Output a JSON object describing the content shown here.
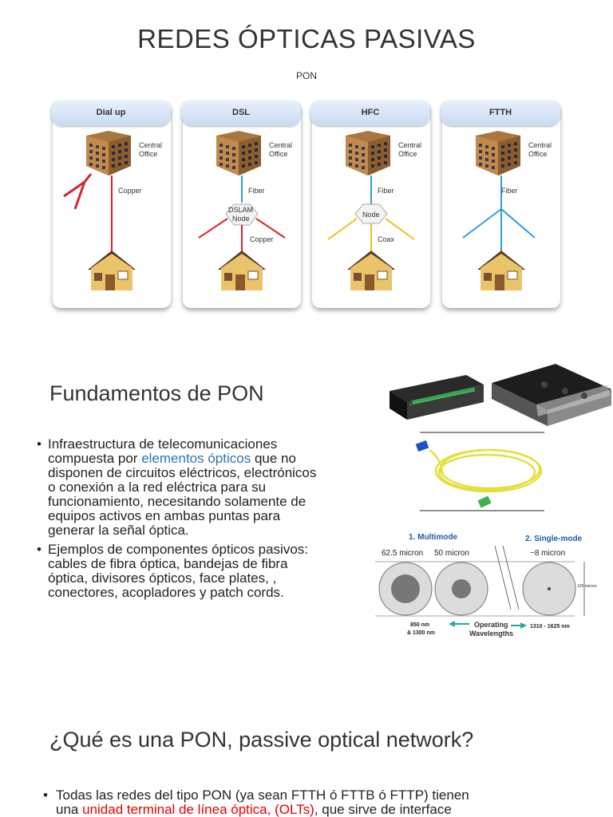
{
  "title": "REDES ÓPTICAS PASIVAS",
  "subtitle": "PON",
  "diagram": {
    "panels": [
      {
        "tab": "Dial up",
        "office": [
          "Central",
          "Office"
        ],
        "labels": [
          "Copper"
        ]
      },
      {
        "tab": "DSL",
        "office": [
          "Central",
          "Office"
        ],
        "labels": [
          "Fiber",
          "DSLAM",
          "Node",
          "Copper"
        ]
      },
      {
        "tab": "HFC",
        "office": [
          "Central",
          "Office"
        ],
        "labels": [
          "Fiber",
          "Node",
          "Coax"
        ]
      },
      {
        "tab": "FTTH",
        "office": [
          "Central",
          "Office"
        ],
        "labels": [
          "Fiber"
        ]
      }
    ]
  },
  "section1": {
    "heading": "Fundamentos de PON",
    "bullet1": {
      "lines": [
        "Infraestructura de telecomunicaciones",
        "compuesta por ",
        "elementos ópticos",
        " que no",
        "disponen de circuitos eléctricos, electrónicos",
        "o conexión a la red eléctrica para su",
        "funcionamiento, necesitando solamente de",
        "equipos activos en ambas puntas para",
        "generar la señal óptica."
      ]
    },
    "bullet2": {
      "lines": [
        "Ejemplos de componentes ópticos pasivos:",
        "cables de fibra óptica, bandejas de fibra",
        "óptica, divisores ópticos, face plates, ,",
        "conectores, acopladores y patch cords."
      ]
    }
  },
  "fiber_figure": {
    "multimode": "1. Multimode",
    "singlemode": "2. Single-mode",
    "m1": "62.5 micron",
    "m2": "50 micron",
    "s1": "~8 micron",
    "s2": "125 micron",
    "w1a": "850 nm",
    "w1b": "& 1300 nm",
    "op1": "Operating",
    "op2": "Wavelengths",
    "w2": "1310 - 1625 nm"
  },
  "section2": {
    "heading": "¿Qué es una PON, passive optical network?",
    "line1": "Todas las redes del tipo PON (ya sean FTTH ó FTTB ó FTTP) tienen",
    "line2a": "una ",
    "line2b": "unidad terminal de línea óptica, (OLTs)",
    "line2c": ", que sirve de interface"
  },
  "colors": {
    "blue_link": "#2e74b5",
    "red_term": "#e60000",
    "copper": "#d9232e",
    "fiber": "#2b9fd8",
    "coax": "#e8c21a"
  }
}
